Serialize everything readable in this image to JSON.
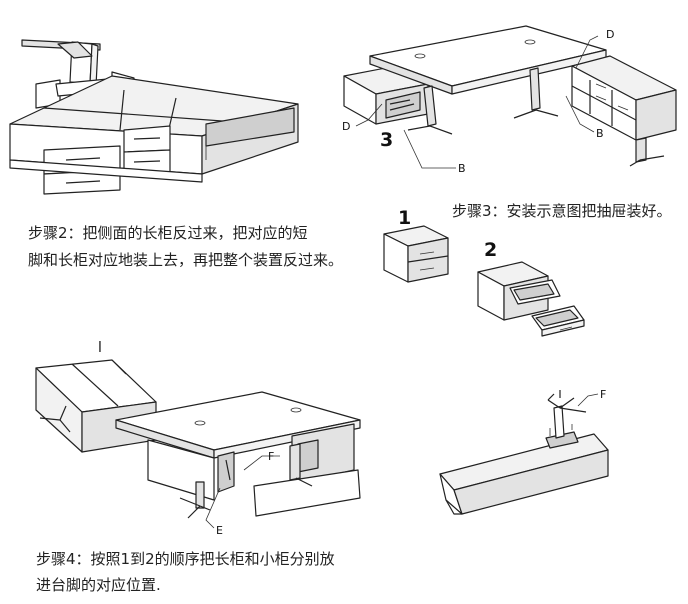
{
  "steps": {
    "step2_line1": "步骤2：把侧面的长柜反过来，把对应的短",
    "step2_line2": "脚和长柜对应地装上去，再把整个装置反过来。",
    "step3": "步骤3：安装示意图把抽屉装好。",
    "step4_line1": "步骤4：按照1到2的顺序把长柜和小柜分别放",
    "step4_line2": "进台脚的对应位置."
  },
  "labels": {
    "d_top": "D",
    "d_left": "D",
    "b_right": "B",
    "b_bottom": "B",
    "num3_top": "3",
    "num1": "1",
    "num2": "2",
    "mark_l": "l",
    "f_mid": "F",
    "e_mid": "E",
    "f_right": "F"
  }
}
